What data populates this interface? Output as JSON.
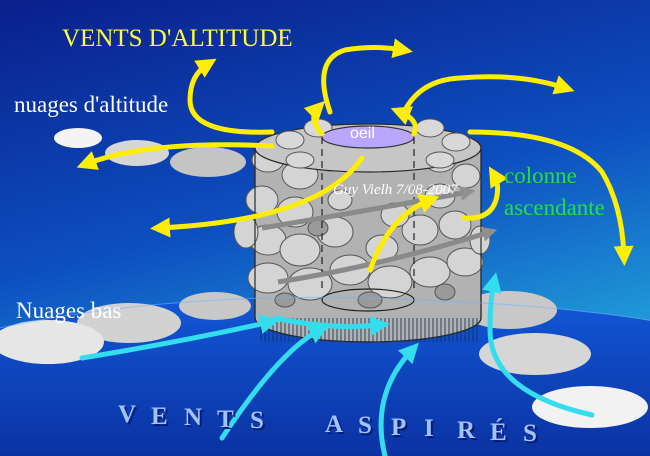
{
  "labels": {
    "title": "VENTS  D'ALTITUDE",
    "upper_clouds": "nuages  d'altitude",
    "low_clouds": "Nuages  bas",
    "column_line1": "colonne",
    "column_line2": "ascendante",
    "eye": "oeil",
    "signature": "Guy Vielh 7/08-2007",
    "inflow_winds": "VENTS ASPIRÉS"
  },
  "colors": {
    "sky_top": "#0a1f8c",
    "sky_bottom": "#1f9fd8",
    "earth": "#0d3fc9",
    "title_yellow": "#ffff33",
    "arrow_yellow": "#ffee00",
    "column_green": "#22e040",
    "inflow_cyan": "#33ddee",
    "eye_violet": "#b9a6ff"
  },
  "icons": {
    "outflow": "yellow-arrow",
    "inflow": "cyan-arrow"
  }
}
